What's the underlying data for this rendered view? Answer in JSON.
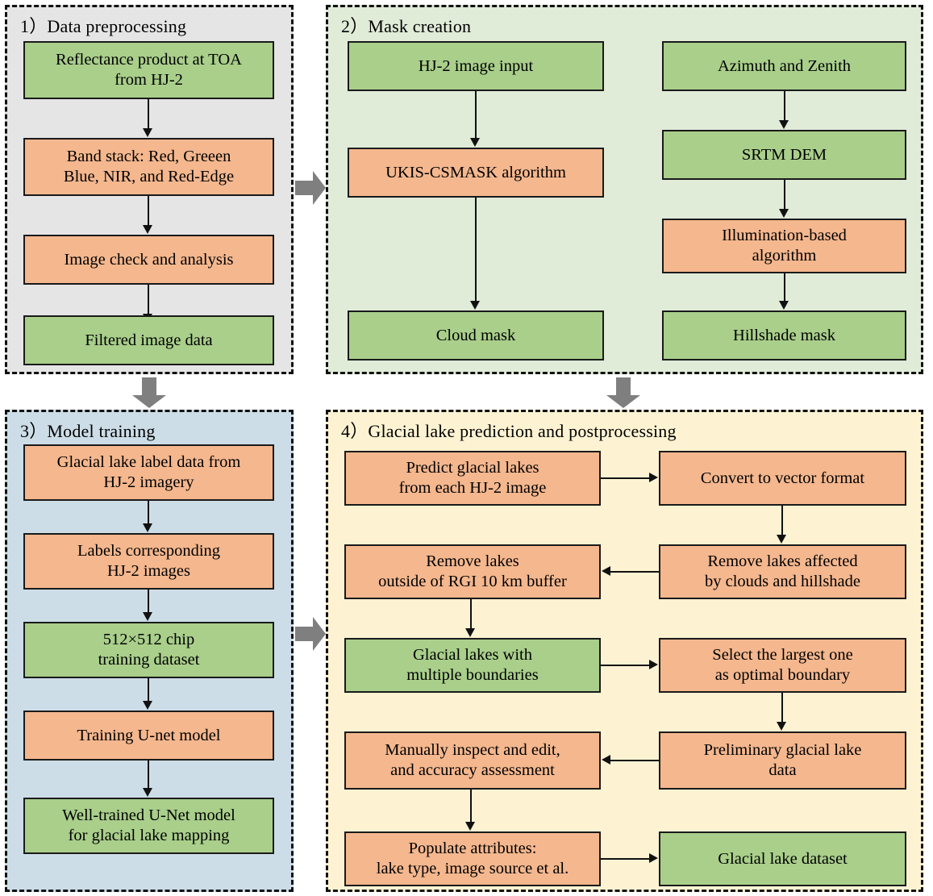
{
  "figure": {
    "type": "flowchart",
    "palette": {
      "box_green": "#a9cf8b",
      "box_orange": "#f4b78e",
      "panel_1_bg": "#e5e5e5",
      "panel_2_bg": "#e0ebd8",
      "panel_3_bg": "#ccdde7",
      "panel_4_bg": "#fdf3d3",
      "stroke": "#1a1a1a",
      "block_arrow": "#7f7f7f"
    }
  },
  "panels": {
    "p1": {
      "title": "1）Data preprocessing",
      "boxes": {
        "b1": "Reflectance product at TOA\nfrom HJ-2",
        "b2": "Band stack: Red, Greeen\nBlue, NIR, and Red-Edge",
        "b3": "Image check and analysis",
        "b4": "Filtered image data"
      }
    },
    "p2": {
      "title": "2）Mask creation",
      "boxes": {
        "l1": "HJ-2 image input",
        "l2": "UKIS-CSMASK algorithm",
        "l3": "Cloud mask",
        "r1": "Azimuth and Zenith",
        "r2": "SRTM DEM",
        "r3": "Illumination-based\nalgorithm",
        "r4": "Hillshade mask"
      }
    },
    "p3": {
      "title": "3）Model training",
      "boxes": {
        "b1": "Glacial lake label data from\nHJ-2 imagery",
        "b2": "Labels corresponding\nHJ-2 images",
        "b3": "512×512 chip\ntraining dataset",
        "b4": "Training U-net model",
        "b5": "Well-trained U-Net model\nfor glacial lake mapping"
      }
    },
    "p4": {
      "title": "4）Glacial lake prediction and postprocessing",
      "boxes": {
        "l1": "Predict glacial lakes\nfrom each HJ-2 image",
        "l2": "Remove lakes\noutside of RGI 10 km buffer",
        "l3": "Glacial lakes with\nmultiple boundaries",
        "l4": "Manually inspect and edit,\nand accuracy assessment",
        "l5": "Populate attributes:\nlake type, image source et al.",
        "r1": "Convert to vector format",
        "r2": "Remove  lakes affected\nby clouds and hillshade",
        "r3": "Select the largest one\nas optimal boundary",
        "r4": "Preliminary glacial lake\ndata",
        "r5": "Glacial lake dataset"
      }
    }
  },
  "block_arrows": {
    "a1": "arrow-right-p1-to-p2",
    "a2": "arrow-down-p1-to-p3",
    "a3": "arrow-down-p2-to-p4",
    "a4": "arrow-right-p3-to-p4"
  }
}
